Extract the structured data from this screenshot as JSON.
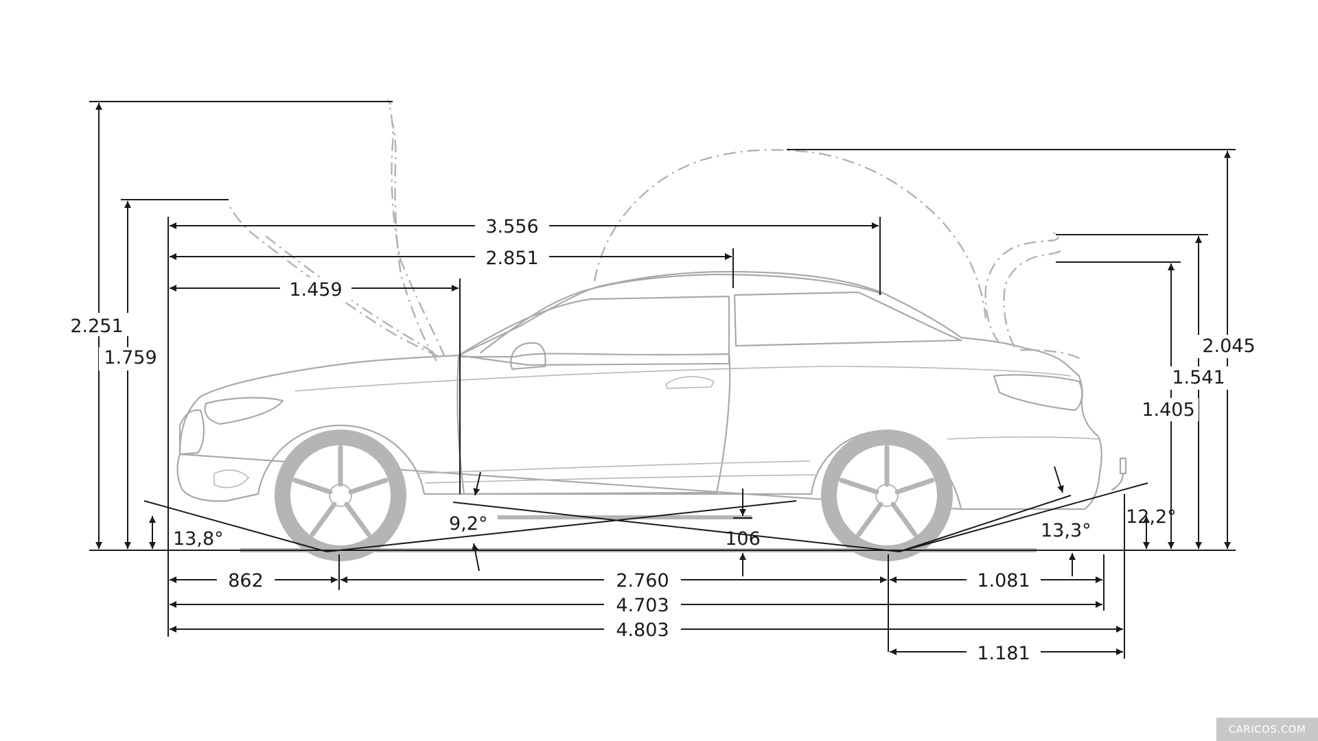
{
  "dimensions": {
    "hood_open_height": "2.251",
    "hood_edge_height": "1.759",
    "trunk_open_height": "2.045",
    "trunk_lid_height": "1.541",
    "vehicle_height": "1.405",
    "front_to_rear_window": "3.556",
    "front_to_b_pillar": "2.851",
    "front_to_a_pillar": "1.459",
    "front_overhang": "862",
    "wheelbase": "2.760",
    "rear_overhang": "1.081",
    "length": "4.703",
    "length_with_hitch": "4.803",
    "rear_overhang_with_hitch": "1.181",
    "ground_clearance": "106"
  },
  "angles": {
    "approach_angle": "13,8°",
    "breakover_angle": "9,2°",
    "departure_angle": "13,3°",
    "departure_angle_hitch": "12,2°"
  },
  "watermark": "CARICOS.COM",
  "colors": {
    "dimension_lines": "#1a1a1a",
    "vehicle_outline": "#a9a9a9",
    "background": "#ffffff"
  }
}
